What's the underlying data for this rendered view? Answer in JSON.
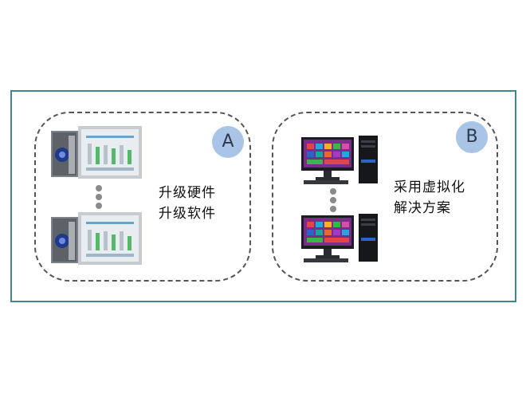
{
  "diagram": {
    "option_a": {
      "badge": "A",
      "lines": [
        "升级硬件",
        "升级软件"
      ],
      "device_icon": "industrial-panel-pc-icon",
      "device_count_shown": 2
    },
    "option_b": {
      "badge": "B",
      "lines": [
        "采用虚拟化",
        "解决方案"
      ],
      "device_icon": "desktop-computer-icon",
      "device_count_shown": 2
    },
    "colors": {
      "frame": "#3d8c8c",
      "badge_fill": "#a9c4e6",
      "dash": "#555555"
    }
  }
}
